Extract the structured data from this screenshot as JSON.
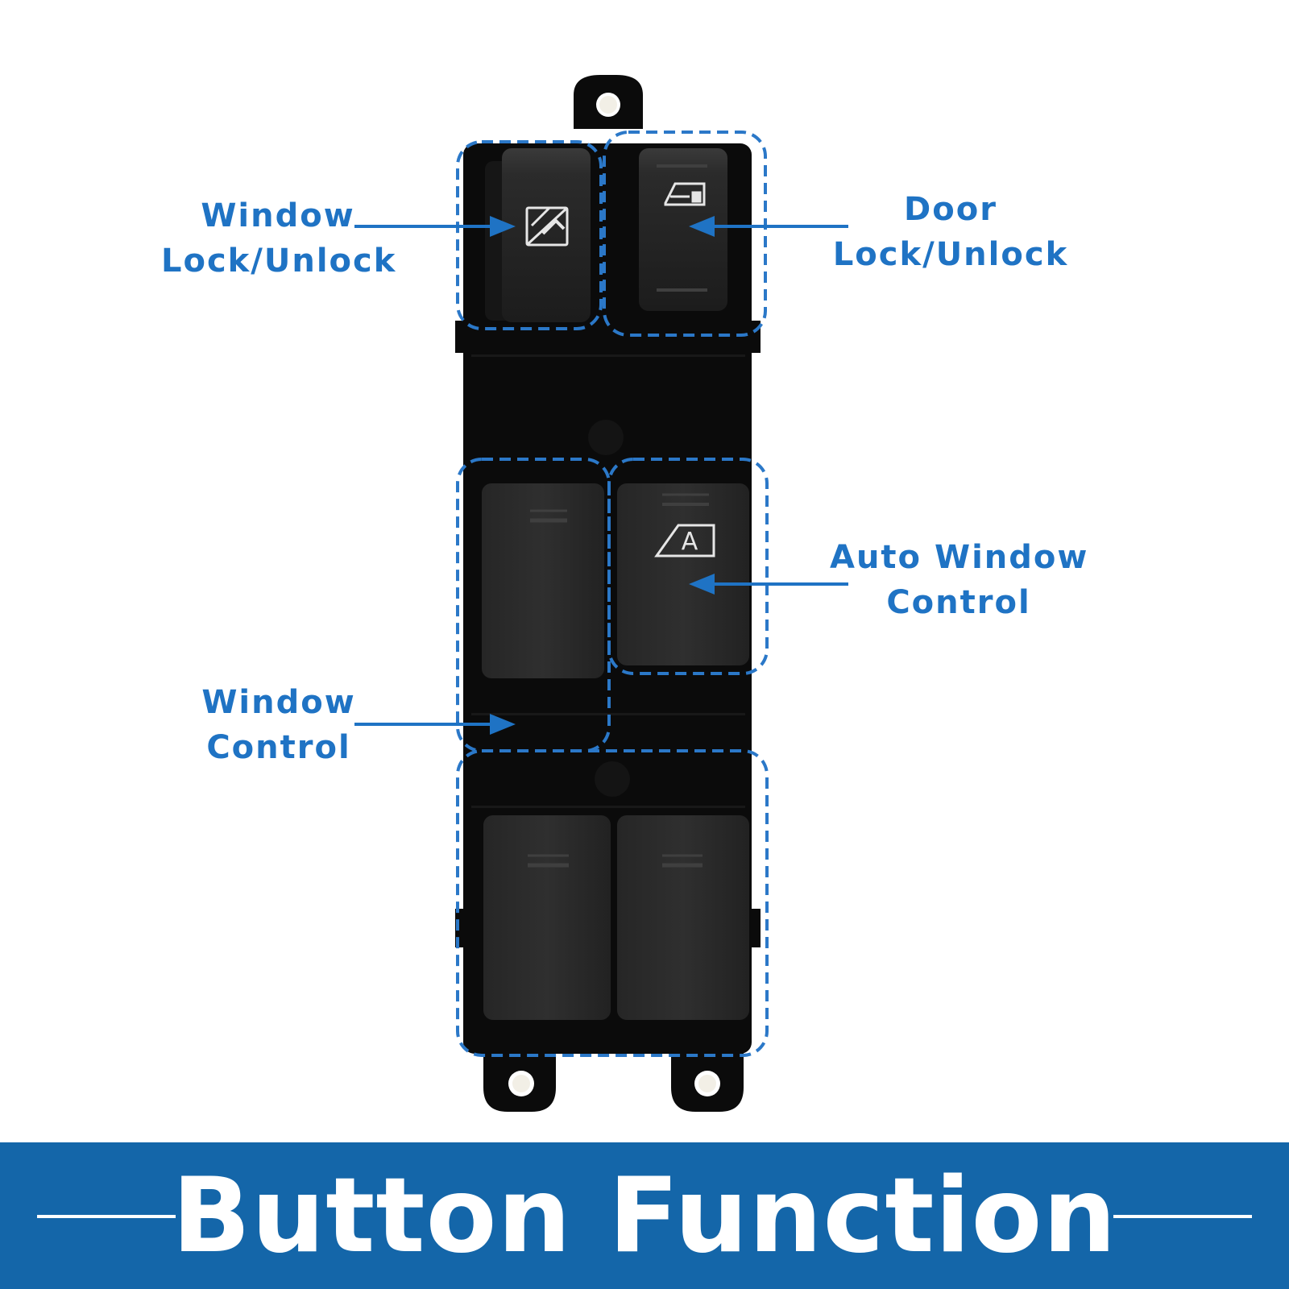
{
  "labels": {
    "window_lock": {
      "line1": "Window",
      "line2": "Lock/Unlock"
    },
    "door_lock": {
      "line1": "Door",
      "line2": "Lock/Unlock"
    },
    "auto_window": {
      "line1": "Auto Window",
      "line2": "Control"
    },
    "window_control": {
      "line1": "Window",
      "line2": "Control"
    }
  },
  "buttons": {
    "auto_window_glyph": "A"
  },
  "banner": {
    "title": "Button Function"
  },
  "colors": {
    "accent_blue": "#1f73c4",
    "banner_blue": "#1466a9",
    "panel_black": "#0b0b0b",
    "switch_gray": "#2a2a2a"
  }
}
